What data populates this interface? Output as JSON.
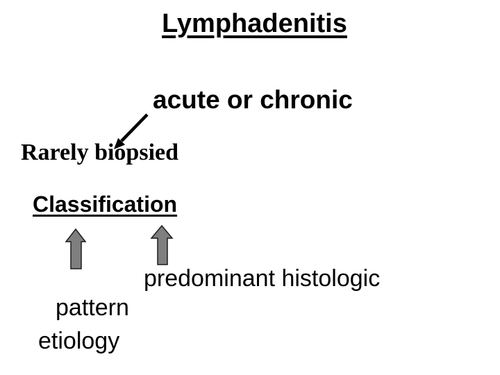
{
  "slide": {
    "title": "Lymphadenitis",
    "severity_label": "acute or chronic",
    "biopsy_note": "Rarely biopsied",
    "classification_heading": "Classification",
    "basis_line1": "predominant histologic",
    "basis_line2": "pattern",
    "basis_line3": "etiology",
    "colors": {
      "background": "#ffffff",
      "text": "#000000",
      "block_arrow_fill": "#7f7f7f",
      "block_arrow_outline": "#1c1c1c",
      "annotation_arrow": "#000000"
    }
  }
}
